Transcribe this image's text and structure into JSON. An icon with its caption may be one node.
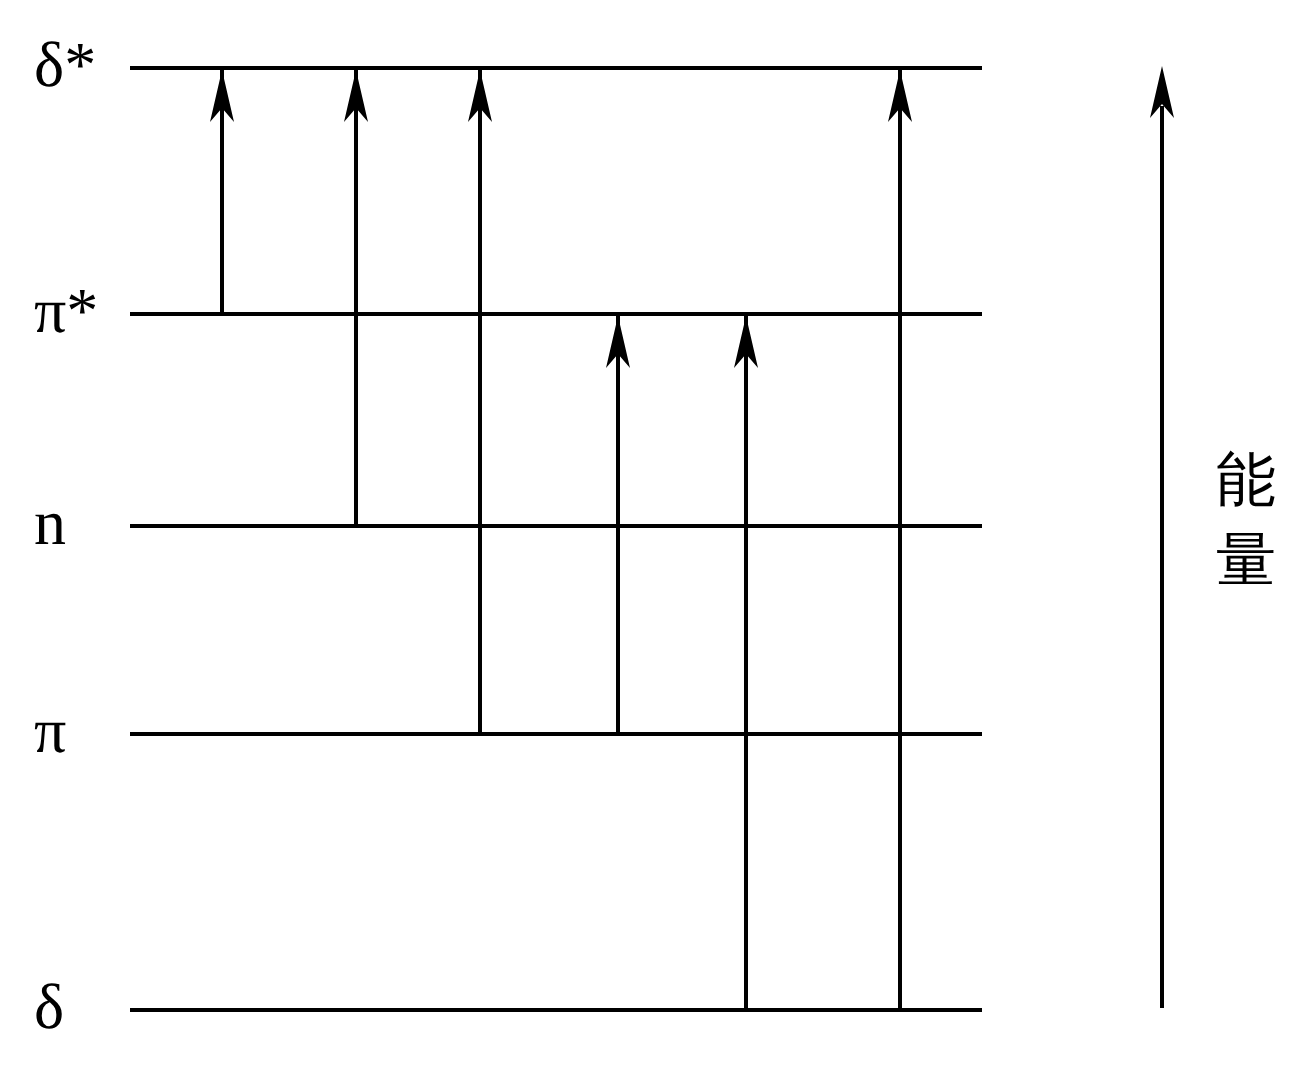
{
  "diagram": {
    "nodes": [
      {
        "text": [],
        "shape": "line",
        "beside": [
          "δ*"
        ]
      },
      {
        "text": [],
        "shape": "line",
        "beside": [
          "π*"
        ]
      },
      {
        "text": [],
        "shape": "line",
        "beside": [
          "n"
        ]
      },
      {
        "text": [],
        "shape": "line",
        "beside": [
          "π"
        ]
      },
      {
        "text": [],
        "shape": "line",
        "beside": [
          "δ"
        ]
      }
    ],
    "edges": [
      {
        "from": 1,
        "to": 0,
        "arrow": "to"
      },
      {
        "from": 2,
        "to": 0,
        "arrow": "to"
      },
      {
        "from": 3,
        "to": 0,
        "arrow": "to"
      },
      {
        "from": 3,
        "to": 1,
        "arrow": "to"
      },
      {
        "from": 4,
        "to": 1,
        "arrow": "to"
      },
      {
        "from": 4,
        "to": 0,
        "arrow": "to"
      }
    ],
    "labels": [
      "能量"
    ]
  }
}
